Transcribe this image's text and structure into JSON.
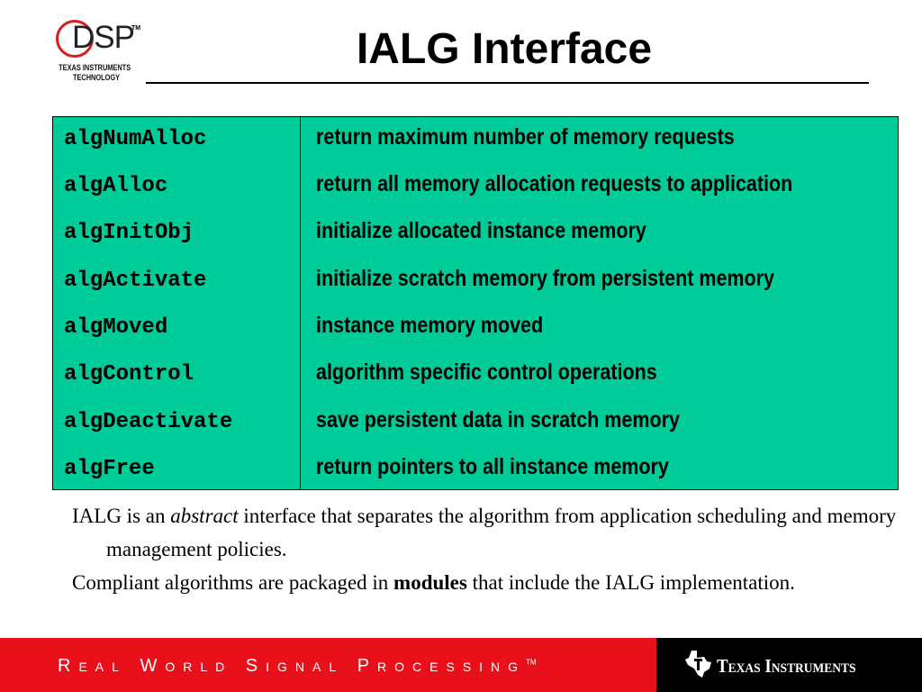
{
  "logo": {
    "dsp": "DSP",
    "tm": "TM",
    "line1": "TEXAS INSTRUMENTS",
    "line2": "TECHNOLOGY"
  },
  "title": "IALG Interface",
  "table": {
    "rows": [
      {
        "name": "algNumAlloc",
        "desc": "return maximum number of memory requests"
      },
      {
        "name": "algAlloc",
        "desc": "return all memory allocation requests to application"
      },
      {
        "name": "algInitObj",
        "desc": "initialize allocated instance memory"
      },
      {
        "name": "algActivate",
        "desc": "initialize scratch memory from persistent memory"
      },
      {
        "name": "algMoved",
        "desc": "instance memory moved"
      },
      {
        "name": "algControl",
        "desc": "algorithm specific control operations"
      },
      {
        "name": "algDeactivate",
        "desc": "save persistent data in scratch memory"
      },
      {
        "name": "algFree",
        "desc": "return pointers to all instance memory"
      }
    ],
    "background_color": "#00cc99"
  },
  "bullets": {
    "b1_pre": "IALG is an ",
    "b1_em": "abstract",
    "b1_post": " interface that separates the algorithm from application scheduling and memory management policies.",
    "b2_pre": "Compliant algorithms are packaged in ",
    "b2_strong": "modules",
    "b2_post": " that include the IALG implementation."
  },
  "footer": {
    "tagline": "Real World Signal Processing",
    "tagline_tm": "TM",
    "brand": "Texas Instruments",
    "red": "#e8101a",
    "black": "#000000"
  }
}
